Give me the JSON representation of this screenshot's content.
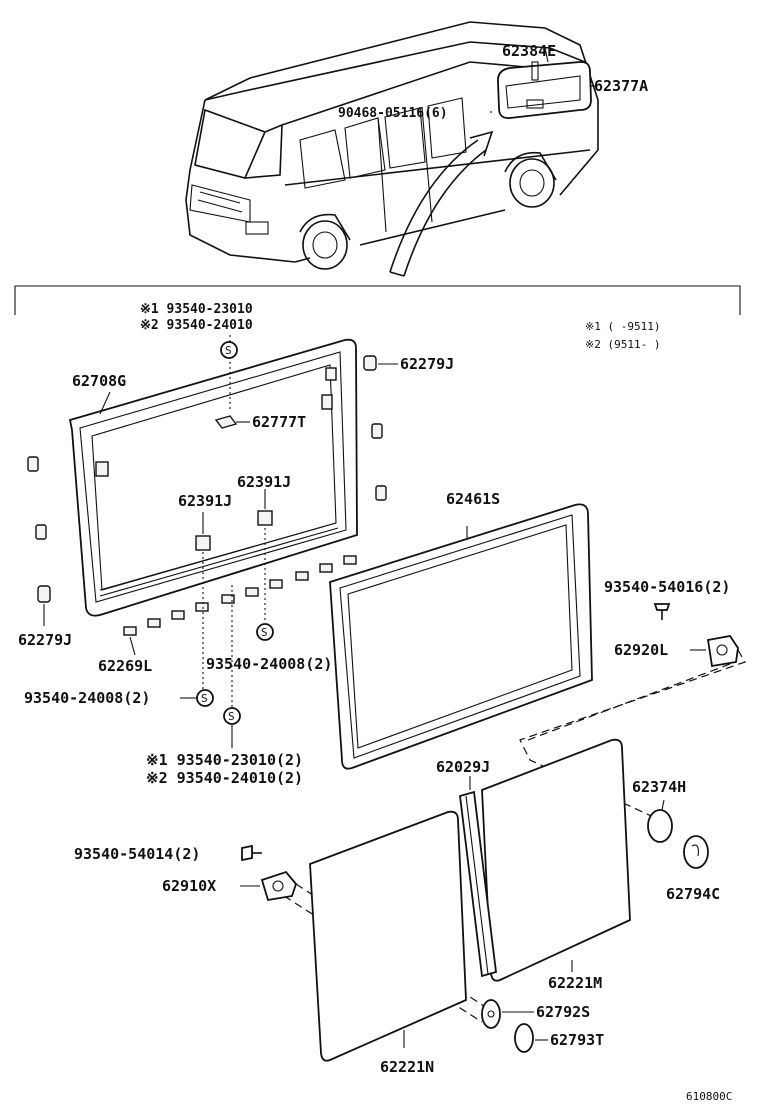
{
  "diagram_id": "610800C",
  "notes": {
    "note1": "※1 (  -9511)",
    "note2": "※2 (9511-  )"
  },
  "van_labels": {
    "p62384E": "62384E",
    "p62377A": "62377A",
    "p90468": "90468-05116(6)"
  },
  "labels": {
    "s1_93540_23010": "※1 93540-23010",
    "s2_93540_24010": "※2 93540-24010",
    "p62279J_top": "62279J",
    "p62708G": "62708G",
    "p62777T": "62777T",
    "p62391J_a": "62391J",
    "p62391J_b": "62391J",
    "p62461S": "62461S",
    "p93540_54016": "93540-54016(2)",
    "p62279J_left": "62279J",
    "p62269L": "62269L",
    "p93540_24008_a": "93540-24008(2)",
    "p62920L": "62920L",
    "p93540_24008_b": "93540-24008(2)",
    "s1_93540_23010_2": "※1 93540-23010(2)",
    "s2_93540_24010_2": "※2 93540-24010(2)",
    "p62029J": "62029J",
    "p62374H": "62374H",
    "p93540_54014": "93540-54014(2)",
    "p62910X": "62910X",
    "p62794C": "62794C",
    "p62221M": "62221M",
    "p62792S": "62792S",
    "p62793T": "62793T",
    "p62221N": "62221N"
  },
  "screw_symbol": "S"
}
